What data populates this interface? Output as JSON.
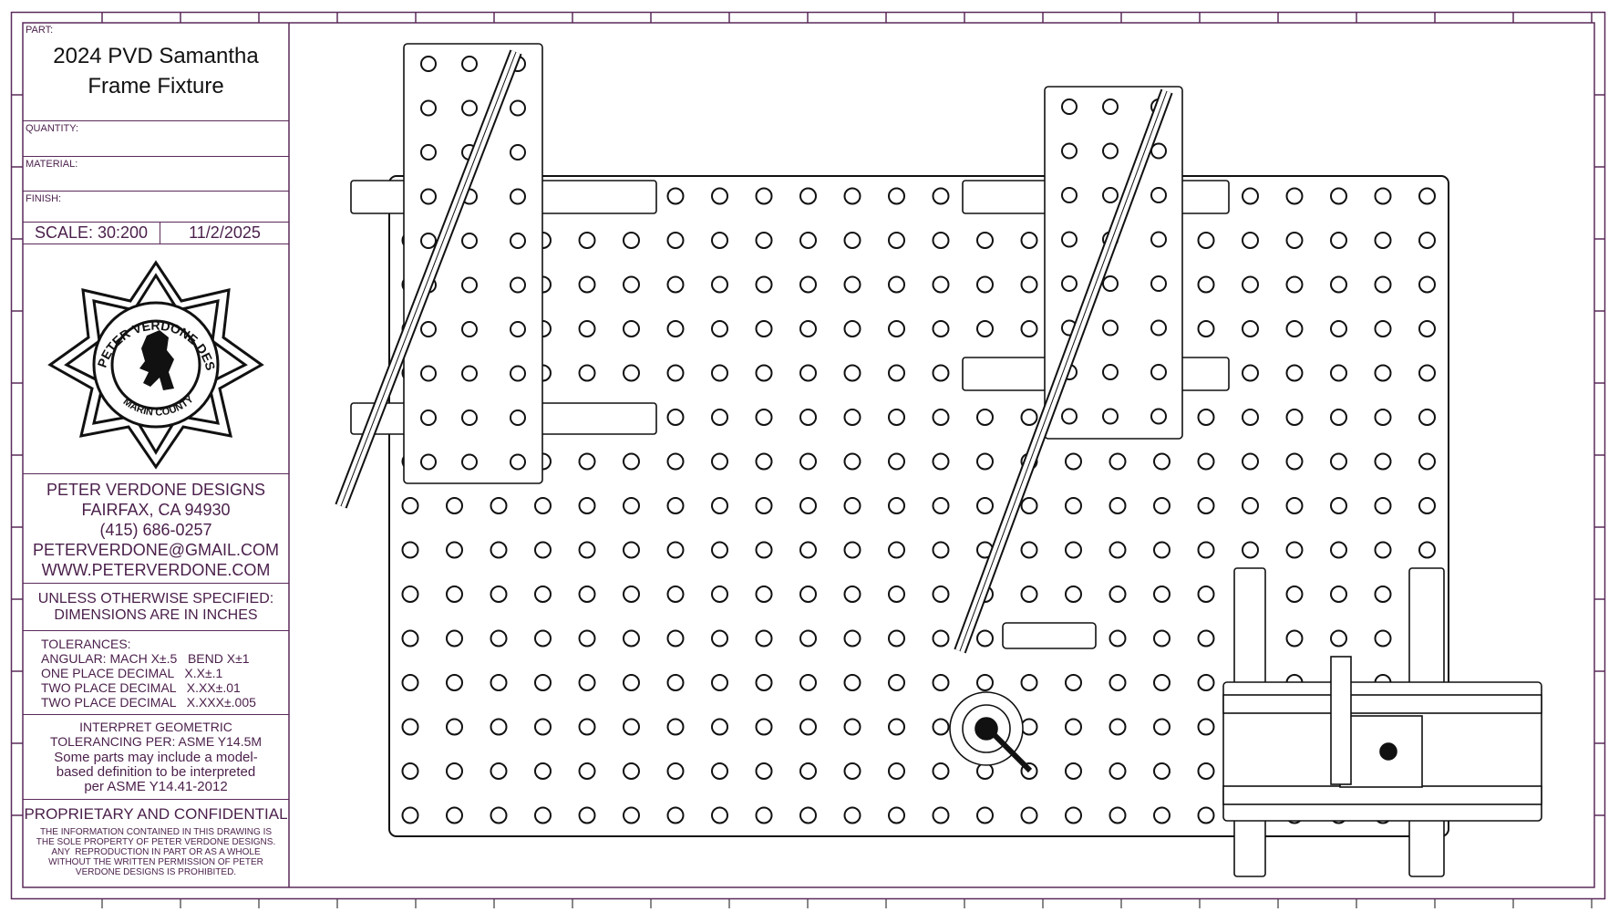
{
  "title_block": {
    "part_label": "PART:",
    "part_name_line1": "2024 PVD Samantha",
    "part_name_line2": "Frame Fixture",
    "quantity_label": "QUANTITY:",
    "material_label": "MATERIAL:",
    "finish_label": "FINISH:",
    "scale": "SCALE: 30:200",
    "date": "11/2/2025",
    "logo_text": "PETER VERDONE DESIGNS - MARIN COUNTY",
    "company": [
      "PETER VERDONE DESIGNS",
      "FAIRFAX, CA 94930",
      "(415) 686-0257",
      "PETERVERDONE@GMAIL.COM",
      "WWW.PETERVERDONE.COM"
    ],
    "units": [
      "UNLESS OTHERWISE SPECIFIED:",
      "DIMENSIONS ARE IN INCHES"
    ],
    "tolerances": [
      "TOLERANCES:",
      "ANGULAR: MACH X±.5   BEND X±1",
      "ONE PLACE DECIMAL   X.X±.1",
      "TWO PLACE DECIMAL   X.XX±.01",
      "TWO PLACE DECIMAL   X.XXX±.005"
    ],
    "gdt": [
      "INTERPRET GEOMETRIC",
      "TOLERANCING PER: ASME Y14.5M"
    ],
    "mbd": [
      "Some parts may include a model-",
      "based definition to be interpreted",
      "per ASME Y14.41-2012"
    ],
    "proprietary_title": "PROPRIETARY AND CONFIDENTIAL",
    "proprietary_text": [
      "THE INFORMATION CONTAINED IN THIS DRAWING IS",
      "THE SOLE PROPERTY OF PETER VERDONE DESIGNS.",
      "ANY  REPRODUCTION IN PART OR AS A WHOLE",
      "WITHOUT THE WRITTEN PERMISSION OF PETER",
      "VERDONE DESIGNS IS PROHIBITED."
    ]
  },
  "colors": {
    "border": "#5a2a5a",
    "text": "#4a1f4a",
    "line": "#111111"
  },
  "fixture_table": {
    "hole_columns": 24,
    "hole_rows": 15
  }
}
